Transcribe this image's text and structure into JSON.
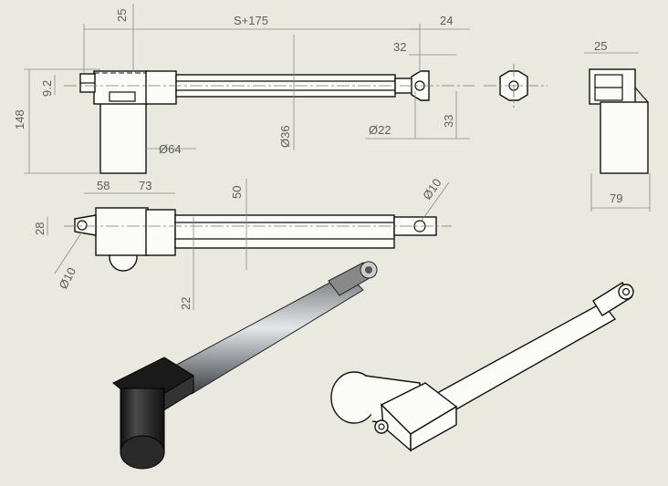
{
  "drawing": {
    "top_view": {
      "dims": {
        "d25": "25",
        "stroke": "S+175",
        "d24": "24",
        "d32": "32",
        "d92": "9.2",
        "d148": "148",
        "dia36": "Ø36",
        "dia64": "Ø64",
        "dia22": "Ø22",
        "d33": "33"
      }
    },
    "end_view": {
      "dims": {
        "d25": "25",
        "d79": "79"
      }
    },
    "side_view": {
      "dims": {
        "d58": "58",
        "d73": "73",
        "d50": "50",
        "d28": "28",
        "dia10a": "Ø10",
        "dia10b": "Ø10",
        "d22": "22"
      }
    }
  },
  "colors": {
    "sheet": "#e9e9df",
    "line": "#111111",
    "dim_line": "#8a8a8a",
    "dim_text": "#5d5d5d"
  }
}
